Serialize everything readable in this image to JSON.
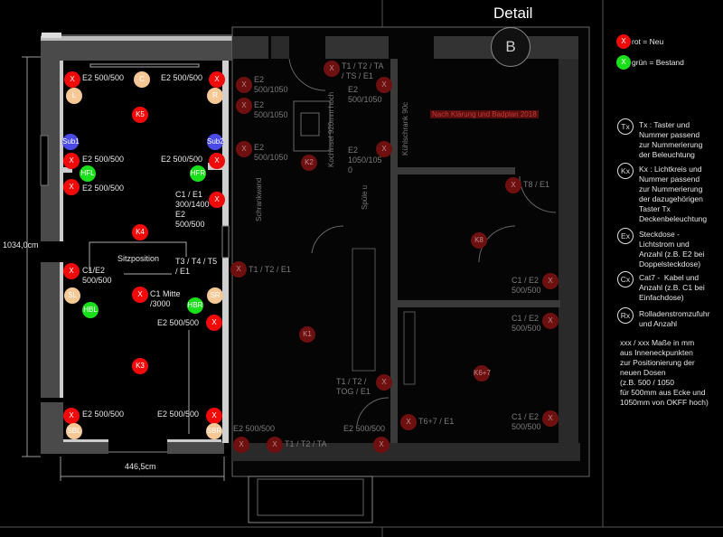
{
  "header": {
    "title": "Detail",
    "section_marker": "B"
  },
  "legend": {
    "new": {
      "symbol": "X",
      "text": "rot = Neu",
      "color": "#f00a0a"
    },
    "existing": {
      "symbol": "X",
      "text": "grün = Bestand",
      "color": "#19e019"
    },
    "items": [
      {
        "symbol": "Tx",
        "text": "Tx : Taster und\nNummer passend\nzur Nummerierung\nder Beleuchtung"
      },
      {
        "symbol": "Kx",
        "text": "Kx : Lichtkreis und\nNummer passend\nzur Nummerierung\nder dazugehörigen\nTaster Tx\nDeckenbeleuchtung"
      },
      {
        "symbol": "Ex",
        "text": "Steckdose -\nLichtstrom und\nAnzahl (z.B. E2 bei\nDoppelsteckdose)"
      },
      {
        "symbol": "Cx",
        "text": "Cat7 -  Kabel und\nAnzahl (z.B. C1 bei\nEinfachdose)"
      },
      {
        "symbol": "Rx",
        "text": "Rolladenstromzufuhr\nund Anzahl"
      }
    ],
    "note": "xxx / xxx Maße in mm\naus Inneneckpunkten\nzur Positionierung der\nneuen Dosen\n(z.B. 500 / 1050\nfür 500mm aus Ecke und\n1050mm von OKFF hoch)"
  },
  "plan": {
    "dim_height": "1034,0cm",
    "dim_width": "446,5cm",
    "seat_label": "Sitzposition",
    "switch_label": "T3 / T4 / T5\n/ E1",
    "note_red": "Nach Klärung und Badplan 2018",
    "kitchen_island": "Kochinsel 920mm hoch",
    "wall_cabinet": "Schrankwand",
    "fridge": "Kühlschrank 90c",
    "sink": "Spüle u",
    "markers": [
      {
        "sym": "X",
        "kind": "new",
        "label": "E2 500/500"
      },
      {
        "sym": "L",
        "kind": "speaker",
        "label": ""
      },
      {
        "sym": "C",
        "kind": "speaker",
        "label": ""
      },
      {
        "sym": "X",
        "kind": "new",
        "label": "E2 500/500"
      },
      {
        "sym": "R",
        "kind": "speaker",
        "label": ""
      },
      {
        "sym": "K5",
        "kind": "new",
        "label": ""
      },
      {
        "sym": "Sub1",
        "kind": "sub",
        "label": ""
      },
      {
        "sym": "Sub2",
        "kind": "sub",
        "label": ""
      },
      {
        "sym": "X",
        "kind": "new",
        "label": "E2 500/500"
      },
      {
        "sym": "X",
        "kind": "new",
        "label": "E2 500/500"
      },
      {
        "sym": "HFL",
        "kind": "existing",
        "label": ""
      },
      {
        "sym": "HFR",
        "kind": "existing",
        "label": ""
      },
      {
        "sym": "X",
        "kind": "new",
        "label": "E2 500/500"
      },
      {
        "sym": "X",
        "kind": "new",
        "label": "C1 / E1\n300/1400\nE2\n500/500"
      },
      {
        "sym": "K4",
        "kind": "new",
        "label": ""
      },
      {
        "sym": "X",
        "kind": "new",
        "label": "C1/E2\n500/500"
      },
      {
        "sym": "SL",
        "kind": "speaker",
        "label": ""
      },
      {
        "sym": "HBL",
        "kind": "existing",
        "label": ""
      },
      {
        "sym": "X",
        "kind": "new",
        "label": "C1 Mitte\n/3000"
      },
      {
        "sym": "SR",
        "kind": "speaker",
        "label": ""
      },
      {
        "sym": "HBR",
        "kind": "existing",
        "label": ""
      },
      {
        "sym": "X",
        "kind": "new",
        "label": "E2 500/500"
      },
      {
        "sym": "K3",
        "kind": "new",
        "label": ""
      },
      {
        "sym": "X",
        "kind": "new",
        "label": "E2 500/500"
      },
      {
        "sym": "SBL",
        "kind": "speaker",
        "label": ""
      },
      {
        "sym": "X",
        "kind": "new",
        "label": "E2 500/500"
      },
      {
        "sym": "SBR",
        "kind": "speaker",
        "label": ""
      },
      {
        "sym": "X",
        "kind": "dim",
        "label": "E2\n500/1050"
      },
      {
        "sym": "X",
        "kind": "dim",
        "label": "E2\n500/1050"
      },
      {
        "sym": "X",
        "kind": "dim",
        "label": "E2\n500/1050"
      },
      {
        "sym": "K2",
        "kind": "dim",
        "label": ""
      },
      {
        "sym": "X",
        "kind": "dim",
        "label": "T1 / T2 / TA\n/ TS / E1"
      },
      {
        "sym": "X",
        "kind": "dim",
        "label": "E2\n500/1050"
      },
      {
        "sym": "X",
        "kind": "dim",
        "label": "E2\n1050/105\n0"
      },
      {
        "sym": "X",
        "kind": "dim",
        "label": "T1 / T2 / E1"
      },
      {
        "sym": "K1",
        "kind": "dim",
        "label": ""
      },
      {
        "sym": "X",
        "kind": "dim",
        "label": "T1 / T2 /\nTOG / E1"
      },
      {
        "sym": "X",
        "kind": "dim",
        "label": "E2 500/500"
      },
      {
        "sym": "X",
        "kind": "dim",
        "label": "T1 / T2 / TA"
      },
      {
        "sym": "X",
        "kind": "dim",
        "label": "E2 500/500"
      },
      {
        "sym": "X",
        "kind": "dim",
        "label": "T8 / E1"
      },
      {
        "sym": "K8",
        "kind": "dim",
        "label": ""
      },
      {
        "sym": "X",
        "kind": "dim",
        "label": "C1 / E2\n500/500"
      },
      {
        "sym": "X",
        "kind": "dim",
        "label": "C1 / E2\n500/500"
      },
      {
        "sym": "K6+7",
        "kind": "dim",
        "label": ""
      },
      {
        "sym": "X",
        "kind": "dim",
        "label": "T6+7 / E1"
      },
      {
        "sym": "X",
        "kind": "dim",
        "label": "C1 / E2\n500/500"
      }
    ]
  }
}
